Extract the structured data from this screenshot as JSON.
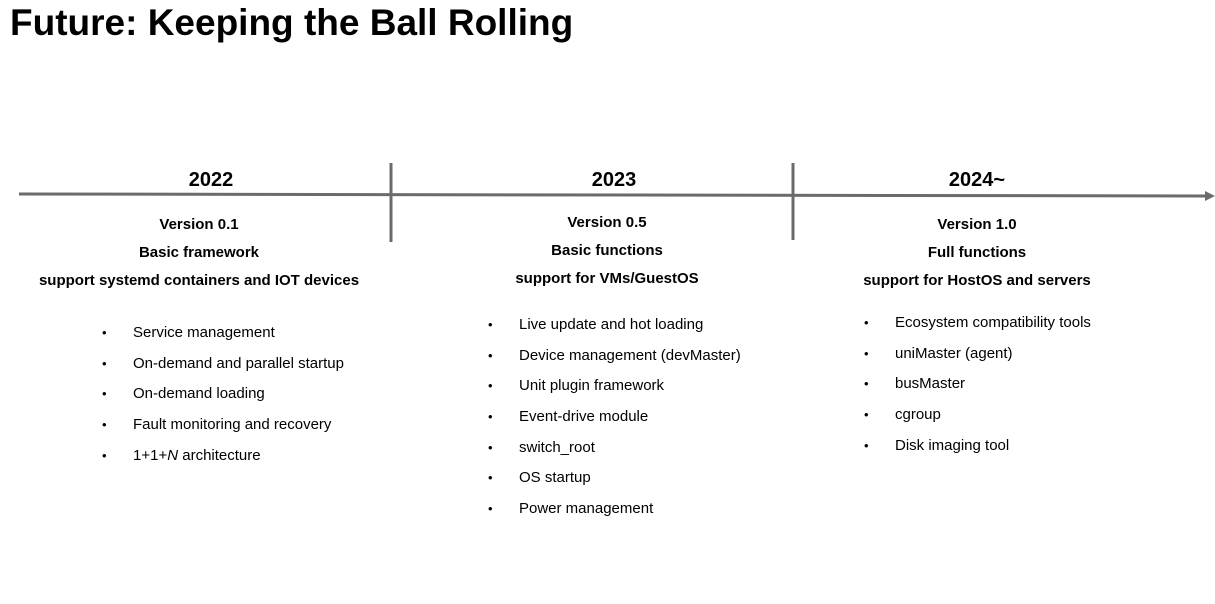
{
  "title": "Future: Keeping the Ball Rolling",
  "colors": {
    "axis": "#6b6b6b",
    "text": "#000000",
    "background": "#ffffff"
  },
  "timeline": [
    {
      "year": "2022",
      "version": "Version 0.1",
      "subtitle": "Basic framework",
      "support": "support systemd containers and IOT devices",
      "items": [
        "Service management",
        "On-demand and parallel startup",
        "On-demand loading",
        "Fault monitoring and recovery"
      ],
      "last_item_prefix": "1+1+",
      "last_item_italic": "N",
      "last_item_suffix": " architecture"
    },
    {
      "year": "2023",
      "version": "Version 0.5",
      "subtitle": "Basic functions",
      "support": "support for VMs/GuestOS",
      "items": [
        "Live update and hot loading",
        "Device management (devMaster)",
        "Unit plugin framework",
        "Event-drive module",
        "switch_root",
        "OS startup",
        "Power management"
      ]
    },
    {
      "year": "2024~",
      "version": "Version 1.0",
      "subtitle": "Full functions",
      "support": "support for HostOS and servers",
      "items": [
        "Ecosystem compatibility tools",
        "uniMaster (agent)",
        "busMaster",
        "cgroup",
        "Disk imaging tool"
      ]
    }
  ],
  "bullet_glyph": "•"
}
